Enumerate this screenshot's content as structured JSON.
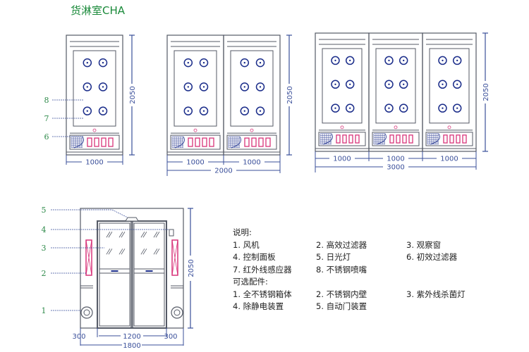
{
  "title": "货淋室CHA",
  "colors": {
    "title": "#1a8a3a",
    "dimension": "#3a4f9a",
    "outline": "#555a66",
    "nozzle": "#1b2d8a",
    "filter": "#d8347a",
    "callout": "#2e8a4a"
  },
  "front_views": [
    {
      "name": "single",
      "modules": 1,
      "height_label": "2050",
      "module_labels": [
        "1000"
      ],
      "total_label": ""
    },
    {
      "name": "double",
      "modules": 2,
      "height_label": "2050",
      "module_labels": [
        "1000",
        "1000"
      ],
      "total_label": "2000"
    },
    {
      "name": "triple",
      "modules": 3,
      "height_label": "2050",
      "module_labels": [
        "1000",
        "1000",
        "1000"
      ],
      "total_label": "3000"
    }
  ],
  "front_callouts": [
    "8",
    "7",
    "6"
  ],
  "side_view": {
    "callouts": [
      "5",
      "4",
      "3",
      "2",
      "1"
    ],
    "height_label": "2050",
    "bottom_labels": [
      "300",
      "1200",
      "300"
    ],
    "total_label": "1800"
  },
  "legend": {
    "heading": "说明:",
    "rows": [
      [
        "1. 风机",
        "2. 高效过滤器",
        "3. 观察窗"
      ],
      [
        "4. 控制面板",
        "5. 日光灯",
        "6. 初效过滤器"
      ],
      [
        "7. 红外线感应器",
        "8. 不锈钢喷嘴",
        ""
      ]
    ],
    "options_heading": "可选配件:",
    "option_rows": [
      [
        "1. 全不锈钢箱体",
        "2. 不锈钢内壁",
        "3. 紫外线杀菌灯"
      ],
      [
        "4. 除静电装置",
        "5. 自动门装置",
        ""
      ]
    ]
  }
}
